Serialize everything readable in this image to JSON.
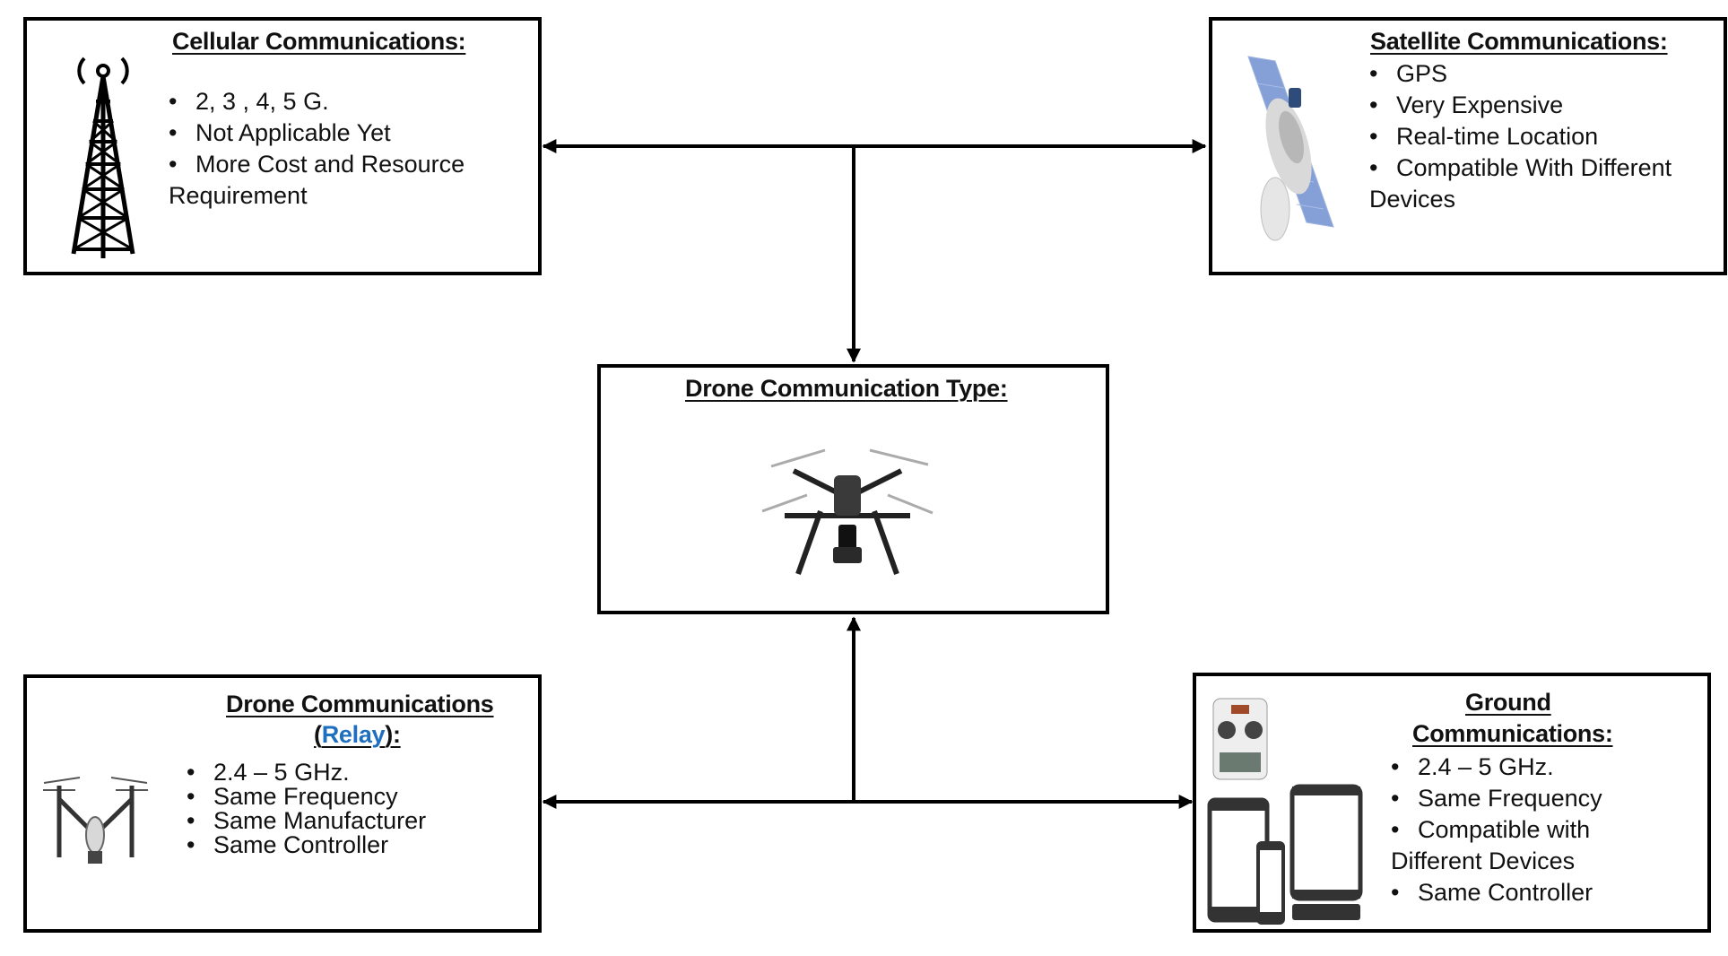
{
  "center": {
    "title": "Drone Communication Type:"
  },
  "cellular": {
    "title": "Cellular Communications:",
    "items": [
      "2,  3 , 4,  5 G.",
      "Not Applicable Yet",
      "More Cost and Resource"
    ],
    "item3_wrap": "Requirement",
    "icon": "cell-tower-icon"
  },
  "satellite": {
    "title": "Satellite Communications:",
    "items": [
      "GPS",
      "Very Expensive",
      "Real-time Location",
      "Compatible With Different"
    ],
    "item4_wrap": "Devices",
    "icon": "satellite-icon"
  },
  "relay": {
    "title_line1": "Drone Communications",
    "title_open": "(",
    "title_relay": "Relay",
    "title_close": "):",
    "items": [
      "2.4 – 5 GHz.",
      "Same Frequency",
      "Same Manufacturer",
      "Same Controller"
    ],
    "icon": "quadcopter-icon"
  },
  "ground": {
    "title_line1": "Ground",
    "title_line2": "Communications:",
    "items": [
      "2.4 – 5 GHz.",
      "Same Frequency",
      "Compatible with",
      "Same Controller"
    ],
    "item3_wrap": "Different Devices",
    "icons": [
      "rc-controller-icon",
      "tablet-icon",
      "phone-icon",
      "tablet-dock-icon"
    ]
  },
  "colors": {
    "line": "#000000",
    "relay_accent": "#1f6fc0",
    "solar_panel": "#5b7fc4"
  }
}
